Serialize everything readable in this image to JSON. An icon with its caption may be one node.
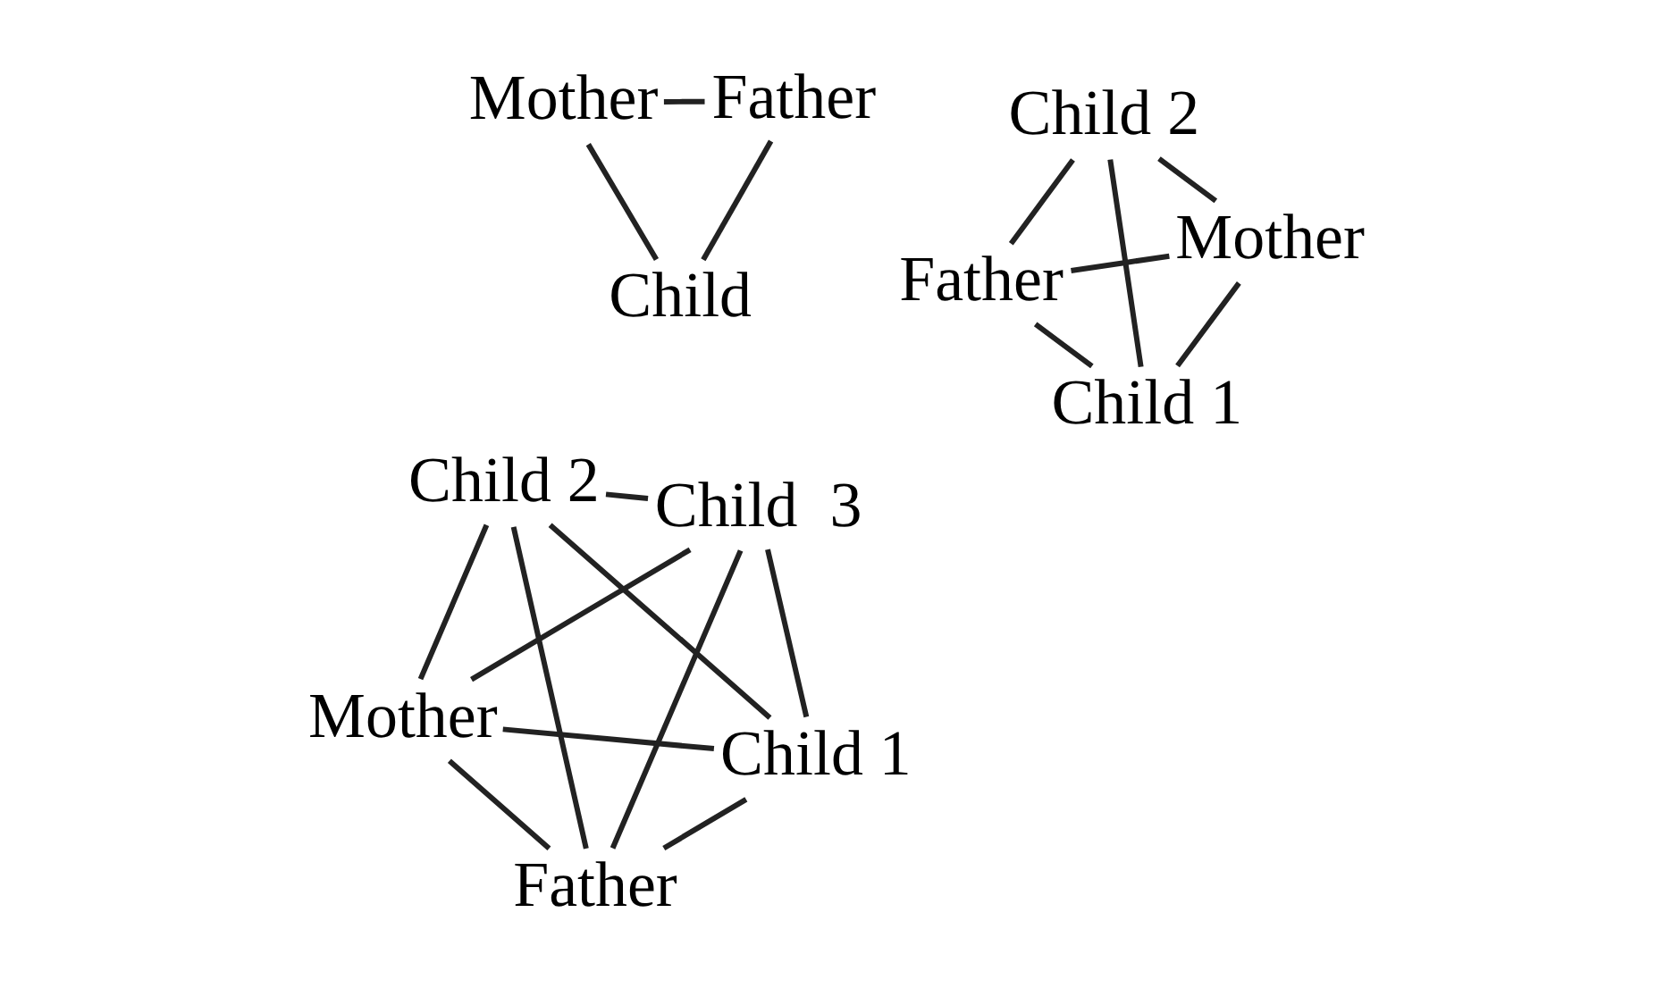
{
  "diagram": {
    "nodes": [
      {
        "text": [
          "Mother"
        ]
      },
      {
        "text": [
          "Father"
        ]
      },
      {
        "text": [
          "Child"
        ]
      },
      {
        "text": [
          "Father"
        ]
      },
      {
        "text": [
          "Mother"
        ]
      },
      {
        "text": [
          "Child 1"
        ]
      },
      {
        "text": [
          "Child 2"
        ]
      },
      {
        "text": [
          "Mother"
        ]
      },
      {
        "text": [
          "Child 1"
        ]
      },
      {
        "text": [
          "Father"
        ]
      },
      {
        "text": [
          "Child 2"
        ]
      },
      {
        "text": [
          "Child  3"
        ]
      }
    ],
    "edges": [
      {
        "from": 0,
        "to": 1,
        "arrow": "none"
      },
      {
        "from": 0,
        "to": 2,
        "arrow": "none"
      },
      {
        "from": 1,
        "to": 2,
        "arrow": "none"
      },
      {
        "from": 3,
        "to": 4,
        "arrow": "none"
      },
      {
        "from": 3,
        "to": 5,
        "arrow": "none"
      },
      {
        "from": 3,
        "to": 6,
        "arrow": "none"
      },
      {
        "from": 4,
        "to": 5,
        "arrow": "none"
      },
      {
        "from": 4,
        "to": 6,
        "arrow": "none"
      },
      {
        "from": 5,
        "to": 6,
        "arrow": "none"
      },
      {
        "from": 7,
        "to": 8,
        "arrow": "none"
      },
      {
        "from": 7,
        "to": 9,
        "arrow": "none"
      },
      {
        "from": 7,
        "to": 10,
        "arrow": "none"
      },
      {
        "from": 7,
        "to": 11,
        "arrow": "none"
      },
      {
        "from": 8,
        "to": 9,
        "arrow": "none"
      },
      {
        "from": 8,
        "to": 10,
        "arrow": "none"
      },
      {
        "from": 8,
        "to": 11,
        "arrow": "none"
      },
      {
        "from": 9,
        "to": 10,
        "arrow": "none"
      },
      {
        "from": 9,
        "to": 11,
        "arrow": "none"
      },
      {
        "from": 10,
        "to": 11,
        "arrow": "none"
      }
    ]
  }
}
